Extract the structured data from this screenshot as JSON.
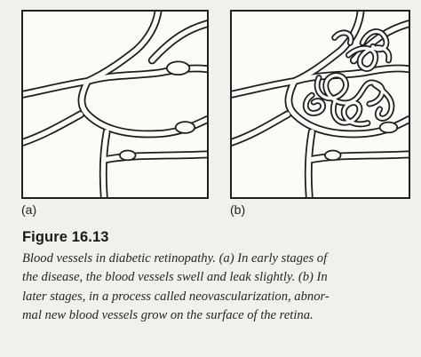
{
  "figure": {
    "panel_a_label": "(a)",
    "panel_b_label": "(b)",
    "title": "Figure 16.13",
    "caption_lines": [
      "Blood vessels in diabetic retinopathy. (a) In early stages of",
      "the disease, the blood vessels swell and leak slightly. (b) In",
      "later stages, in a process called neovascularization, abnor-",
      "mal new blood vessels grow on the surface of the retina."
    ]
  }
}
